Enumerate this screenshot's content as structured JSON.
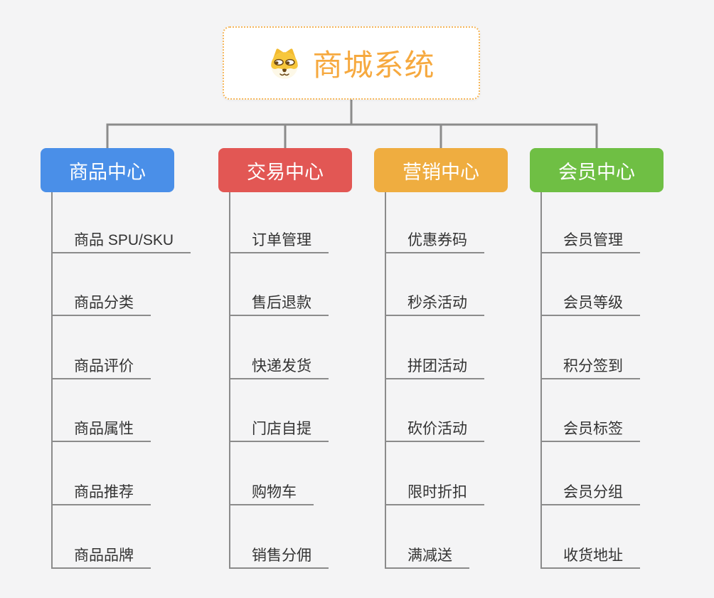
{
  "root": {
    "title": "商城系统",
    "icon": "dog-face-icon",
    "title_color": "#f6a93f",
    "border_color": "#f5b75c"
  },
  "connector_color": "#8b8b8b",
  "branches": [
    {
      "label": "商品中心",
      "color": "#4A8FE8",
      "items": [
        "商品 SPU/SKU",
        "商品分类",
        "商品评价",
        "商品属性",
        "商品推荐",
        "商品品牌"
      ]
    },
    {
      "label": "交易中心",
      "color": "#E25754",
      "items": [
        "订单管理",
        "售后退款",
        "快递发货",
        "门店自提",
        "购物车",
        "销售分佣"
      ]
    },
    {
      "label": "营销中心",
      "color": "#EFAD40",
      "items": [
        "优惠券码",
        "秒杀活动",
        "拼团活动",
        "砍价活动",
        "限时折扣",
        "满减送"
      ]
    },
    {
      "label": "会员中心",
      "color": "#6FBF44",
      "items": [
        "会员管理",
        "会员等级",
        "积分签到",
        "会员标签",
        "会员分组",
        "收货地址"
      ]
    }
  ]
}
